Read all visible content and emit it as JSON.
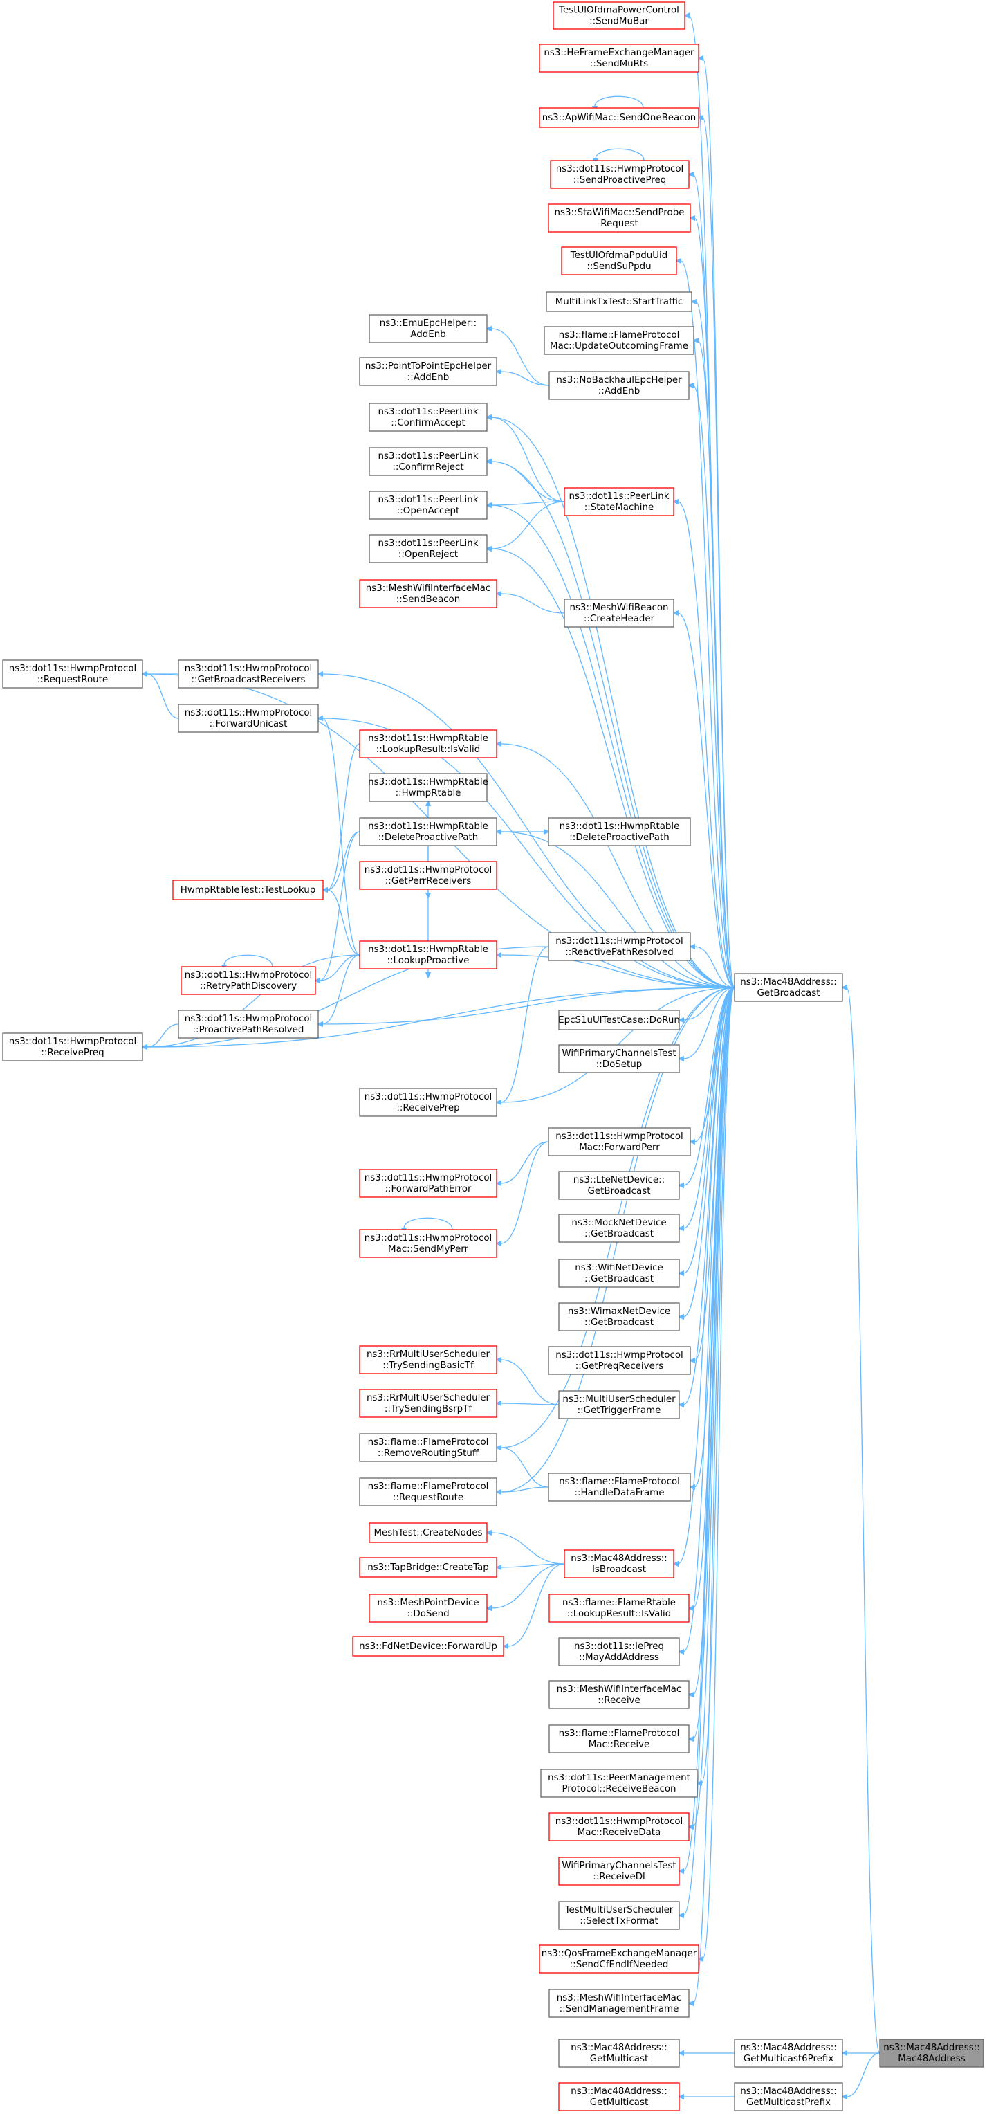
{
  "colors": {
    "normal_border": "#666666",
    "truncated_border": "#ff0000",
    "normal_fill": "#ffffff",
    "focus_fill": "#999999",
    "edge": "#63b8ff"
  },
  "nodes": [
    {
      "id": "n0",
      "lines": [
        "TestUlOfdmaPowerControl",
        "::SendMuBar"
      ],
      "style": "truncated"
    },
    {
      "id": "n1",
      "lines": [
        "ns3::HeFrameExchangeManager",
        "::SendMuRts"
      ],
      "style": "truncated"
    },
    {
      "id": "n2",
      "lines": [
        "ns3::ApWifiMac::SendOneBeacon"
      ],
      "style": "truncated"
    },
    {
      "id": "n3",
      "lines": [
        "ns3::dot11s::HwmpProtocol",
        "::SendProactivePreq"
      ],
      "style": "truncated"
    },
    {
      "id": "n4",
      "lines": [
        "ns3::StaWifiMac::SendProbe",
        "Request"
      ],
      "style": "truncated"
    },
    {
      "id": "n5",
      "lines": [
        "TestUlOfdmaPpduUid",
        "::SendSuPpdu"
      ],
      "style": "truncated"
    },
    {
      "id": "n6",
      "lines": [
        "MultiLinkTxTest::StartTraffic"
      ],
      "style": "normal"
    },
    {
      "id": "n7",
      "lines": [
        "ns3::flame::FlameProtocol",
        "Mac::UpdateOutcomingFrame"
      ],
      "style": "normal"
    },
    {
      "id": "n8",
      "lines": [
        "ns3::EmuEpcHelper::",
        "AddEnb"
      ],
      "style": "normal"
    },
    {
      "id": "n9",
      "lines": [
        "ns3::PointToPointEpcHelper",
        "::AddEnb"
      ],
      "style": "normal"
    },
    {
      "id": "n10",
      "lines": [
        "ns3::NoBackhaulEpcHelper",
        "::AddEnb"
      ],
      "style": "normal"
    },
    {
      "id": "n11",
      "lines": [
        "ns3::dot11s::PeerLink",
        "::ConfirmAccept"
      ],
      "style": "normal"
    },
    {
      "id": "n12",
      "lines": [
        "ns3::dot11s::PeerLink",
        "::ConfirmReject"
      ],
      "style": "normal"
    },
    {
      "id": "n13",
      "lines": [
        "ns3::dot11s::PeerLink",
        "::StateMachine"
      ],
      "style": "truncated"
    },
    {
      "id": "n14",
      "lines": [
        "ns3::dot11s::PeerLink",
        "::OpenAccept"
      ],
      "style": "normal"
    },
    {
      "id": "n15",
      "lines": [
        "ns3::dot11s::PeerLink",
        "::OpenReject"
      ],
      "style": "normal"
    },
    {
      "id": "n16",
      "lines": [
        "ns3::MeshWifiInterfaceMac",
        "::SendBeacon"
      ],
      "style": "truncated"
    },
    {
      "id": "n17",
      "lines": [
        "ns3::MeshWifiBeacon",
        "::CreateHeader"
      ],
      "style": "normal"
    },
    {
      "id": "n18",
      "lines": [
        "ns3::dot11s::HwmpProtocol",
        "::RequestRoute"
      ],
      "style": "normal"
    },
    {
      "id": "n19",
      "lines": [
        "ns3::dot11s::HwmpProtocol",
        "::GetBroadcastReceivers"
      ],
      "style": "normal"
    },
    {
      "id": "n20",
      "lines": [
        "ns3::dot11s::HwmpProtocol",
        "::ForwardUnicast"
      ],
      "style": "normal"
    },
    {
      "id": "n21",
      "lines": [
        "ns3::dot11s::HwmpRtable",
        "::LookupResult::IsValid"
      ],
      "style": "truncated"
    },
    {
      "id": "n22",
      "lines": [
        "ns3::dot11s::HwmpRtable",
        "::HwmpRtable"
      ],
      "style": "normal"
    },
    {
      "id": "n23",
      "lines": [
        "ns3::dot11s::HwmpRtable",
        "::DeleteProactivePath"
      ],
      "style": "normal"
    },
    {
      "id": "n24",
      "lines": [
        "ns3::dot11s::HwmpRtable",
        "::DeleteProactivePath"
      ],
      "style": "normal"
    },
    {
      "id": "n25",
      "lines": [
        "ns3::dot11s::HwmpProtocol",
        "::GetPerrReceivers"
      ],
      "style": "truncated"
    },
    {
      "id": "n26",
      "lines": [
        "HwmpRtableTest::TestLookup"
      ],
      "style": "truncated"
    },
    {
      "id": "n27",
      "lines": [
        "ns3::dot11s::HwmpRtable",
        "::LookupProactive"
      ],
      "style": "truncated"
    },
    {
      "id": "n28",
      "lines": [
        "ns3::dot11s::HwmpProtocol",
        "::ReactivePathResolved"
      ],
      "style": "normal"
    },
    {
      "id": "n29",
      "lines": [
        "ns3::dot11s::HwmpProtocol",
        "::RetryPathDiscovery"
      ],
      "style": "truncated"
    },
    {
      "id": "n30",
      "lines": [
        "ns3::dot11s::HwmpProtocol",
        "::ProactivePathResolved"
      ],
      "style": "normal"
    },
    {
      "id": "n31",
      "lines": [
        "ns3::dot11s::HwmpProtocol",
        "::ReceivePreq"
      ],
      "style": "normal"
    },
    {
      "id": "n32",
      "lines": [
        "ns3::Mac48Address::",
        "GetBroadcast"
      ],
      "style": "normal"
    },
    {
      "id": "n33",
      "lines": [
        "EpcS1uUlTestCase::DoRun"
      ],
      "style": "normal"
    },
    {
      "id": "n34",
      "lines": [
        "WifiPrimaryChannelsTest",
        "::DoSetup"
      ],
      "style": "normal"
    },
    {
      "id": "n35",
      "lines": [
        "ns3::dot11s::HwmpProtocol",
        "::ReceivePrep"
      ],
      "style": "normal"
    },
    {
      "id": "n36",
      "lines": [
        "ns3::dot11s::HwmpProtocol",
        "Mac::ForwardPerr"
      ],
      "style": "normal"
    },
    {
      "id": "n37",
      "lines": [
        "ns3::dot11s::HwmpProtocol",
        "::ForwardPathError"
      ],
      "style": "truncated"
    },
    {
      "id": "n38",
      "lines": [
        "ns3::LteNetDevice::",
        "GetBroadcast"
      ],
      "style": "normal"
    },
    {
      "id": "n39",
      "lines": [
        "ns3::dot11s::HwmpProtocol",
        "Mac::SendMyPerr"
      ],
      "style": "truncated"
    },
    {
      "id": "n40",
      "lines": [
        "ns3::MockNetDevice",
        "::GetBroadcast"
      ],
      "style": "normal"
    },
    {
      "id": "n41",
      "lines": [
        "ns3::WifiNetDevice",
        "::GetBroadcast"
      ],
      "style": "normal"
    },
    {
      "id": "n42",
      "lines": [
        "ns3::WimaxNetDevice",
        "::GetBroadcast"
      ],
      "style": "normal"
    },
    {
      "id": "n43",
      "lines": [
        "ns3::dot11s::HwmpProtocol",
        "::GetPreqReceivers"
      ],
      "style": "normal"
    },
    {
      "id": "n44",
      "lines": [
        "ns3::RrMultiUserScheduler",
        "::TrySendingBasicTf"
      ],
      "style": "truncated"
    },
    {
      "id": "n45",
      "lines": [
        "ns3::RrMultiUserScheduler",
        "::TrySendingBsrpTf"
      ],
      "style": "truncated"
    },
    {
      "id": "n46",
      "lines": [
        "ns3::MultiUserScheduler",
        "::GetTriggerFrame"
      ],
      "style": "normal"
    },
    {
      "id": "n47",
      "lines": [
        "ns3::flame::FlameProtocol",
        "::RemoveRoutingStuff"
      ],
      "style": "normal"
    },
    {
      "id": "n48",
      "lines": [
        "ns3::flame::FlameProtocol",
        "::RequestRoute"
      ],
      "style": "normal"
    },
    {
      "id": "n49",
      "lines": [
        "ns3::flame::FlameProtocol",
        "::HandleDataFrame"
      ],
      "style": "normal"
    },
    {
      "id": "n50",
      "lines": [
        "MeshTest::CreateNodes"
      ],
      "style": "truncated"
    },
    {
      "id": "n51",
      "lines": [
        "ns3::TapBridge::CreateTap"
      ],
      "style": "truncated"
    },
    {
      "id": "n52",
      "lines": [
        "ns3::Mac48Address::",
        "IsBroadcast"
      ],
      "style": "truncated"
    },
    {
      "id": "n53",
      "lines": [
        "ns3::MeshPointDevice",
        "::DoSend"
      ],
      "style": "truncated"
    },
    {
      "id": "n54",
      "lines": [
        "ns3::flame::FlameRtable",
        "::LookupResult::IsValid"
      ],
      "style": "truncated"
    },
    {
      "id": "n55",
      "lines": [
        "ns3::FdNetDevice::ForwardUp"
      ],
      "style": "truncated"
    },
    {
      "id": "n56",
      "lines": [
        "ns3::dot11s::IePreq",
        "::MayAddAddress"
      ],
      "style": "normal"
    },
    {
      "id": "n57",
      "lines": [
        "ns3::MeshWifiInterfaceMac",
        "::Receive"
      ],
      "style": "normal"
    },
    {
      "id": "n58",
      "lines": [
        "ns3::flame::FlameProtocol",
        "Mac::Receive"
      ],
      "style": "normal"
    },
    {
      "id": "n59",
      "lines": [
        "ns3::dot11s::PeerManagement",
        "Protocol::ReceiveBeacon"
      ],
      "style": "normal"
    },
    {
      "id": "n60",
      "lines": [
        "ns3::dot11s::HwmpProtocol",
        "Mac::ReceiveData"
      ],
      "style": "truncated"
    },
    {
      "id": "n61",
      "lines": [
        "WifiPrimaryChannelsTest",
        "::ReceiveDl"
      ],
      "style": "truncated"
    },
    {
      "id": "n62",
      "lines": [
        "TestMultiUserScheduler",
        "::SelectTxFormat"
      ],
      "style": "normal"
    },
    {
      "id": "n63",
      "lines": [
        "ns3::QosFrameExchangeManager",
        "::SendCfEndIfNeeded"
      ],
      "style": "truncated"
    },
    {
      "id": "n64",
      "lines": [
        "ns3::MeshWifiInterfaceMac",
        "::SendManagementFrame"
      ],
      "style": "normal"
    },
    {
      "id": "n65",
      "lines": [
        "ns3::Mac48Address::",
        "GetMulticast"
      ],
      "style": "normal"
    },
    {
      "id": "n66",
      "lines": [
        "ns3::Mac48Address::",
        "GetMulticast6Prefix"
      ],
      "style": "normal"
    },
    {
      "id": "n67",
      "lines": [
        "ns3::Mac48Address::",
        "Mac48Address"
      ],
      "style": "focus"
    },
    {
      "id": "n68",
      "lines": [
        "ns3::Mac48Address::",
        "GetMulticast"
      ],
      "style": "truncated"
    },
    {
      "id": "n69",
      "lines": [
        "ns3::Mac48Address::",
        "GetMulticastPrefix"
      ],
      "style": "normal"
    }
  ],
  "edges": [
    [
      "n32",
      "n0"
    ],
    [
      "n32",
      "n1"
    ],
    [
      "n32",
      "n2"
    ],
    [
      "n2",
      "n2"
    ],
    [
      "n32",
      "n3"
    ],
    [
      "n3",
      "n3"
    ],
    [
      "n32",
      "n4"
    ],
    [
      "n32",
      "n5"
    ],
    [
      "n32",
      "n6"
    ],
    [
      "n32",
      "n7"
    ],
    [
      "n10",
      "n8"
    ],
    [
      "n10",
      "n9"
    ],
    [
      "n32",
      "n10"
    ],
    [
      "n32",
      "n11"
    ],
    [
      "n13",
      "n11"
    ],
    [
      "n32",
      "n12"
    ],
    [
      "n13",
      "n12"
    ],
    [
      "n32",
      "n13"
    ],
    [
      "n32",
      "n14"
    ],
    [
      "n13",
      "n14"
    ],
    [
      "n13",
      "n15"
    ],
    [
      "n32",
      "n15"
    ],
    [
      "n17",
      "n16"
    ],
    [
      "n32",
      "n17"
    ],
    [
      "n32",
      "n18"
    ],
    [
      "n19",
      "n18"
    ],
    [
      "n20",
      "n18"
    ],
    [
      "n32",
      "n19"
    ],
    [
      "n32",
      "n20"
    ],
    [
      "n32",
      "n21"
    ],
    [
      "n21",
      "n26"
    ],
    [
      "n23",
      "n22"
    ],
    [
      "n23",
      "n24"
    ],
    [
      "n23",
      "n25"
    ],
    [
      "n32",
      "n23"
    ],
    [
      "n23",
      "n26"
    ],
    [
      "n23",
      "n27"
    ],
    [
      "n23",
      "n29"
    ],
    [
      "n27",
      "n20"
    ],
    [
      "n27",
      "n26"
    ],
    [
      "n27",
      "n29"
    ],
    [
      "n29",
      "n29"
    ],
    [
      "n27",
      "n30"
    ],
    [
      "n27",
      "n31"
    ],
    [
      "n32",
      "n27"
    ],
    [
      "n28",
      "n31"
    ],
    [
      "n28",
      "n35"
    ],
    [
      "n32",
      "n28"
    ],
    [
      "n30",
      "n31"
    ],
    [
      "n32",
      "n30"
    ],
    [
      "n32",
      "n31"
    ],
    [
      "n32",
      "n33"
    ],
    [
      "n32",
      "n34"
    ],
    [
      "n32",
      "n35"
    ],
    [
      "n36",
      "n37"
    ],
    [
      "n36",
      "n39"
    ],
    [
      "n39",
      "n39"
    ],
    [
      "n32",
      "n36"
    ],
    [
      "n32",
      "n38"
    ],
    [
      "n32",
      "n40"
    ],
    [
      "n32",
      "n41"
    ],
    [
      "n32",
      "n42"
    ],
    [
      "n32",
      "n43"
    ],
    [
      "n46",
      "n44"
    ],
    [
      "n46",
      "n45"
    ],
    [
      "n32",
      "n46"
    ],
    [
      "n49",
      "n47"
    ],
    [
      "n49",
      "n48"
    ],
    [
      "n32",
      "n49"
    ],
    [
      "n32",
      "n47"
    ],
    [
      "n32",
      "n48"
    ],
    [
      "n52",
      "n50"
    ],
    [
      "n52",
      "n51"
    ],
    [
      "n52",
      "n53"
    ],
    [
      "n52",
      "n55"
    ],
    [
      "n32",
      "n52"
    ],
    [
      "n32",
      "n54"
    ],
    [
      "n32",
      "n56"
    ],
    [
      "n32",
      "n57"
    ],
    [
      "n32",
      "n58"
    ],
    [
      "n32",
      "n59"
    ],
    [
      "n32",
      "n60"
    ],
    [
      "n32",
      "n61"
    ],
    [
      "n32",
      "n62"
    ],
    [
      "n32",
      "n63"
    ],
    [
      "n32",
      "n64"
    ],
    [
      "n67",
      "n32"
    ],
    [
      "n66",
      "n65"
    ],
    [
      "n67",
      "n66"
    ],
    [
      "n69",
      "n68"
    ],
    [
      "n67",
      "n69"
    ]
  ]
}
